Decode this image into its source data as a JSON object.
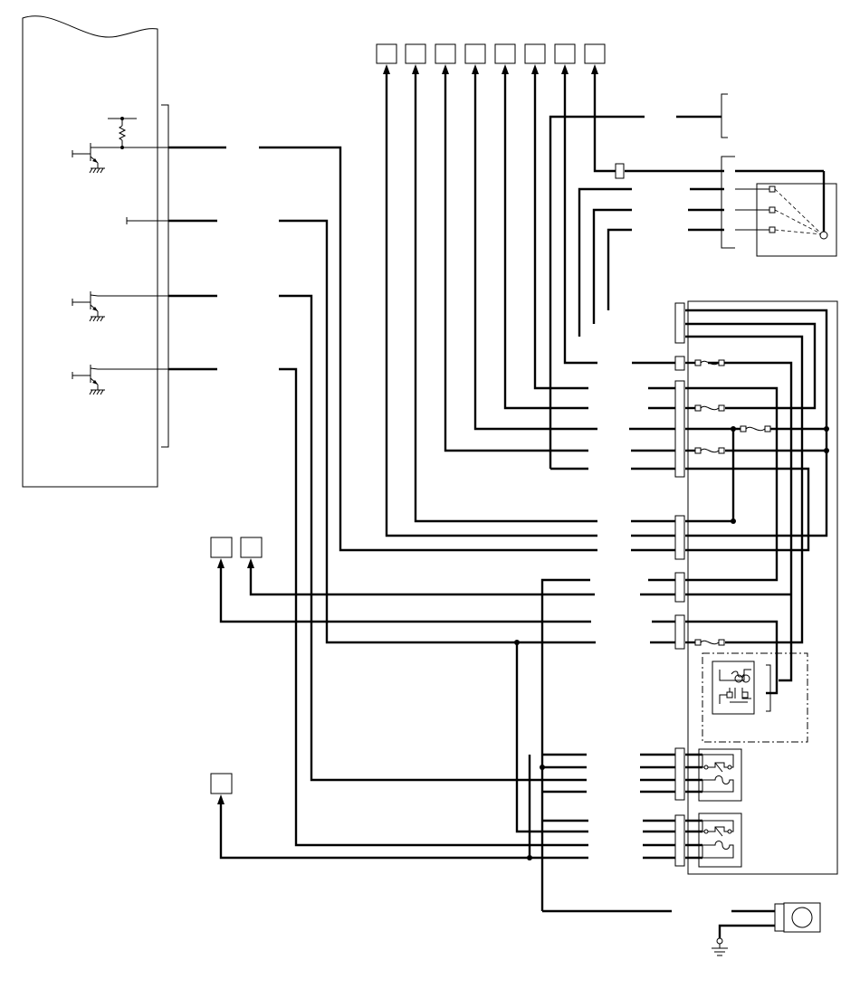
{
  "diagram": {
    "kind": "wiring-schematic",
    "background_color": "#ffffff",
    "line_color": "#000000",
    "text_labels": []
  },
  "components": {
    "control_module": {
      "icon": "torn-edge-module-icon",
      "transistor_count": 3
    },
    "top_connectors": {
      "icon": "square-terminal-icon",
      "count": 8
    },
    "left_connectors": {
      "icon": "square-terminal-icon",
      "count": 3
    },
    "fuses": {
      "icon": "fuse-icon",
      "count": 5
    },
    "relays": {
      "icon": "relay-icon",
      "count": 3
    },
    "switch": {
      "icon": "rotary-switch-icon"
    },
    "motor": {
      "icon": "motor-icon"
    },
    "ground": {
      "icon": "ground-icon"
    }
  }
}
